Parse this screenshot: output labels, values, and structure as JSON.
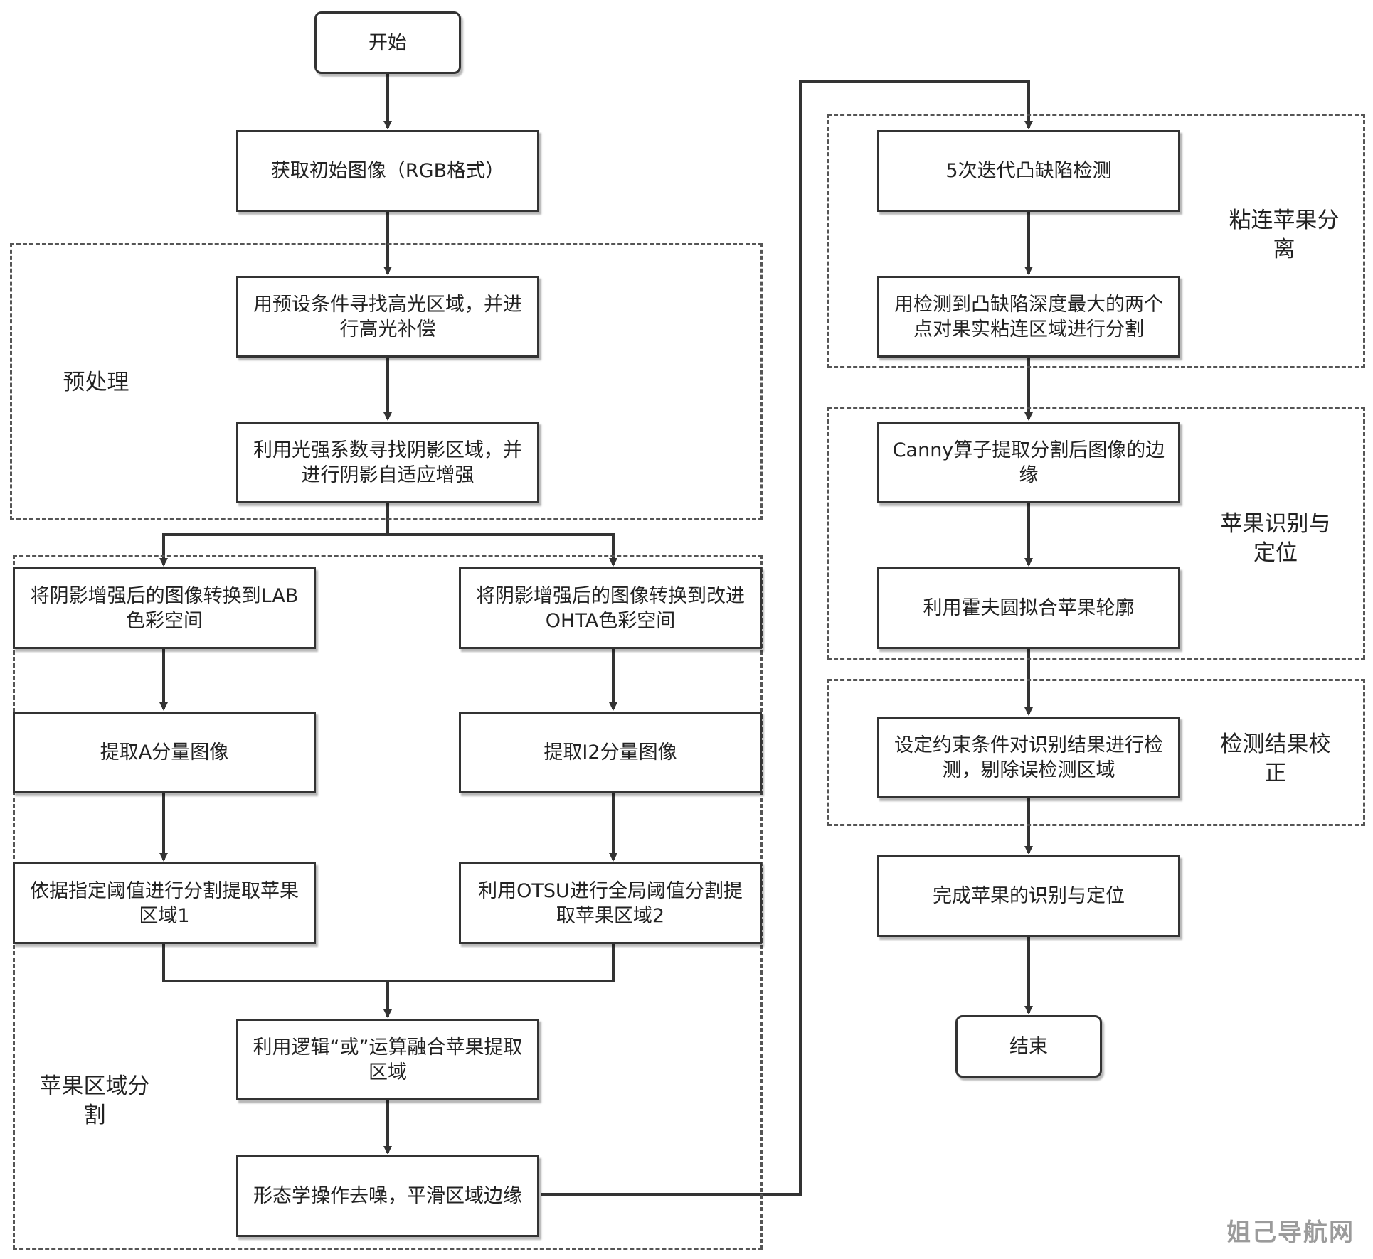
{
  "nodes": {
    "start": "开始",
    "acquire": "获取初始图像（RGB格式）",
    "highlight": "用预设条件寻找高光区域，并进行高光补偿",
    "shadow": "利用光强系数寻找阴影区域，并进行阴影自适应增强",
    "to_lab": "将阴影增强后的图像转换到LAB色彩空间",
    "to_ohta": "将阴影增强后的图像转换到改进OHTA色彩空间",
    "extract_a": "提取A分量图像",
    "extract_i2": "提取I2分量图像",
    "seg_threshold": "依据指定阈值进行分割提取苹果区域1",
    "seg_otsu": "利用OTSU进行全局阈值分割提取苹果区域2",
    "fuse_or": "利用逻辑“或”运算融合苹果提取区域",
    "morphology": "形态学操作去噪，平滑区域边缘",
    "convex_detect": "5次迭代凸缺陷检测",
    "split_points": "用检测到凸缺陷深度最大的两个点对果实粘连区域进行分割",
    "canny": "Canny算子提取分割后图像的边缘",
    "hough": "利用霍夫圆拟合苹果轮廓",
    "constraint": "设定约束条件对识别结果进行检测，剔除误检测区域",
    "complete": "完成苹果的识别与定位",
    "end": "结束"
  },
  "groups": {
    "preprocess": "预处理",
    "segmentation": "苹果区域分割",
    "adhesion": "粘连苹果分离",
    "recognition": "苹果识别与定位",
    "correction": "检测结果校正"
  },
  "watermark": "姐己导航网"
}
